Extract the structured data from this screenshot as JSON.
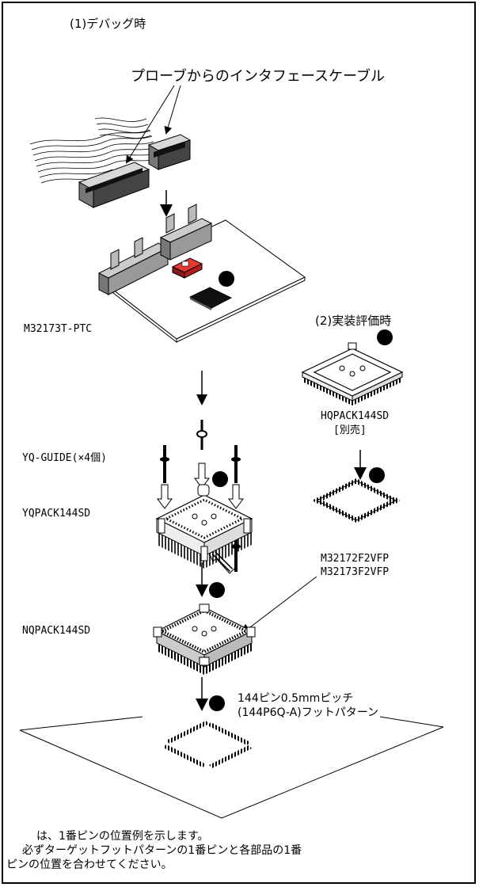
{
  "titles": {
    "debug": "(1)デバッグ時",
    "eval": "(2)実装評価時"
  },
  "labels": {
    "cable": "プローブからのインタフェースケーブル",
    "ptc": "M32173T-PTC",
    "hqpack": "HQPACK144SD",
    "separate": "[別売]",
    "yqguide": "YQ-GUIDE(×4個)",
    "yqpack": "YQPACK144SD",
    "mcu1": "M32172F2VFP",
    "mcu2": "M32173F2VFP",
    "nqpack": "NQPACK144SD",
    "footprint1": "144ピン0.5mmピッチ",
    "footprint2": "(144P6Q-A)フットパターン"
  },
  "notes": {
    "line1": "は、1番ピンの位置例を示します。",
    "line2": "必ずターゲットフットパターンの1番ピンと各部品の1番",
    "line3": "ピンの位置を合わせてください。"
  }
}
